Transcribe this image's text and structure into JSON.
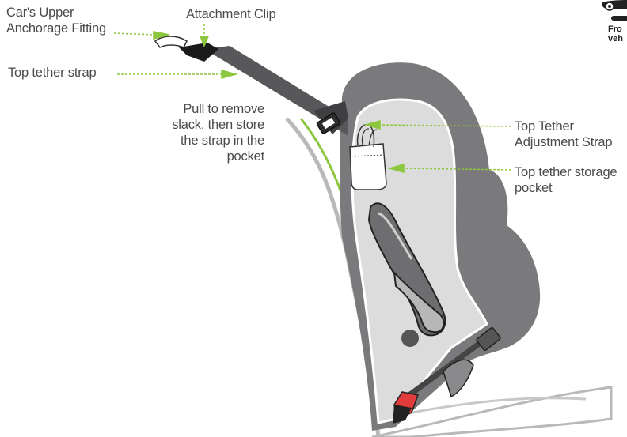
{
  "labels": {
    "upper_anchorage": [
      "Car's Upper",
      "Anchorage Fitting"
    ],
    "attachment_clip": "Attachment Clip",
    "top_tether_strap": "Top tether strap",
    "pull_instruction": [
      "Pull to remove",
      "slack, then store",
      "the strap in the",
      "pocket"
    ],
    "adjustment_strap": [
      "Top Tether",
      "Adjustment Strap"
    ],
    "storage_pocket": [
      "Top tether storage",
      "pocket"
    ],
    "corner_direction": [
      "Fro",
      "veh"
    ]
  },
  "colors": {
    "leader_line": "#8dc63f",
    "seat_shell": "#7a7a7c",
    "seat_inner": "#dcdcdc",
    "strap": "#58585a",
    "accent_red": "#e03c3c"
  }
}
